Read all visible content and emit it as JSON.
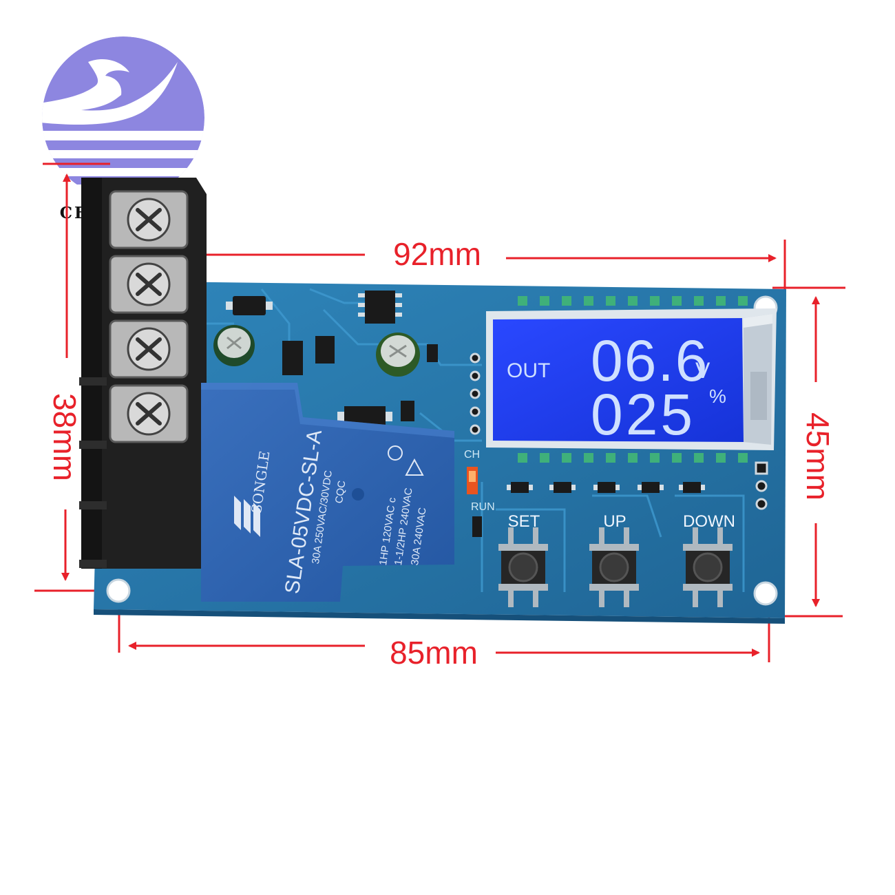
{
  "brand": {
    "name": "CFSUNBIRD",
    "logo_icon": "sunbird-logo-icon",
    "logo_color": "#8d86e0"
  },
  "dimensions": {
    "top_width": "92mm",
    "bottom_width": "85mm",
    "left_height": "38mm",
    "right_height": "45mm",
    "color": "#e8212a"
  },
  "board": {
    "pcb_color": "#2a76a8",
    "lcd": {
      "mode_label": "OUT",
      "voltage": "06.6",
      "voltage_unit": "V",
      "percent": "025",
      "percent_unit": "%",
      "backlight_color": "#1d3cf0"
    },
    "buttons": {
      "set": "SET",
      "up": "UP",
      "down": "DOWN"
    },
    "silkscreen": {
      "ch": "CH",
      "run": "RUN"
    },
    "relay": {
      "brand": "SONGLE",
      "model": "SLA-05VDC-SL-A",
      "rating_1": "30A  250VAC/30VDC",
      "rating_2": "1HP 120VAC c",
      "rating_3": "1-1/2HP 240VAC",
      "rating_4": "30A  240VAC",
      "cert": "CQC"
    }
  }
}
